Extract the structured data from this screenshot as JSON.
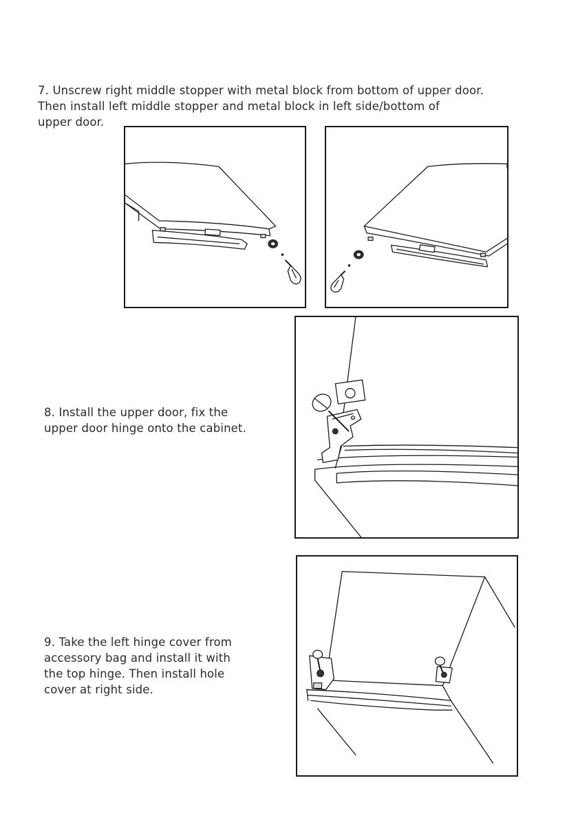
{
  "steps": [
    {
      "number": "7.",
      "text": "7. Unscrew right middle stopper with metal block from bottom of upper door.\nThen install left middle stopper and metal block in left side/bottom of\nupper door."
    },
    {
      "number": "8.",
      "text": "8. Install the upper door, fix the\nupper door hinge onto the cabinet."
    },
    {
      "number": "9.",
      "text": "9. Take the left hinge cover from\naccessory bag and install it with\nthe top hinge. Then install hole\ncover at right side."
    }
  ],
  "icons": {
    "screwdriver": "screwdriver-icon",
    "stopper": "stopper-icon",
    "hinge": "hinge-icon",
    "hinge_cover": "hinge-cover-icon"
  },
  "colors": {
    "text": "#2b2b2b",
    "frame_border": "#1a1a1a",
    "background": "#ffffff"
  }
}
